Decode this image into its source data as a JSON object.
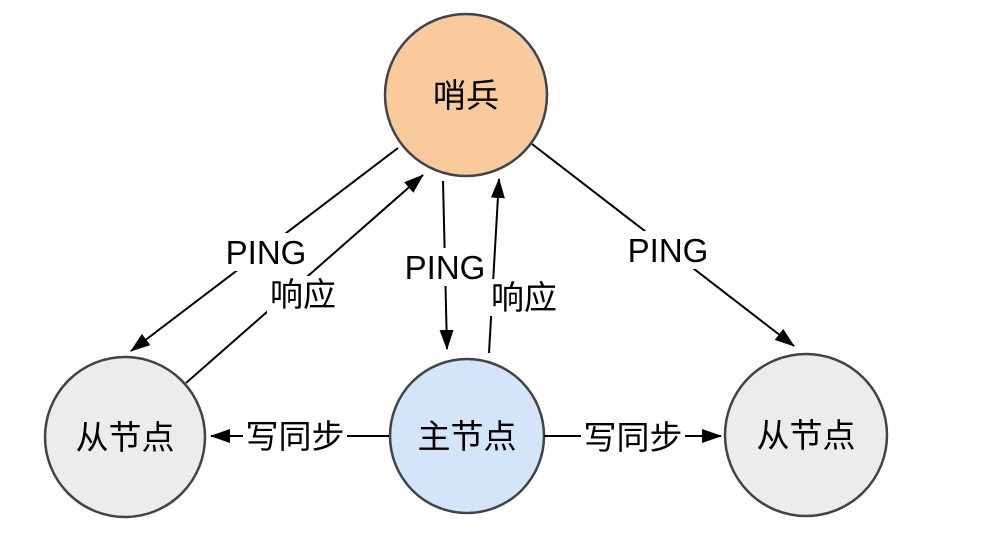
{
  "diagram": {
    "background": "#FFFFFF",
    "node_border_color": "#3F444A",
    "arrow_color": "#000000",
    "text_color": "#000000",
    "nodes": {
      "sentinel": {
        "label": "哨兵",
        "fill": "#F9CB9C"
      },
      "slave_left": {
        "label": "从节点",
        "fill": "#ECECEC"
      },
      "master": {
        "label": "主节点",
        "fill": "#D4E5F9"
      },
      "slave_right": {
        "label": "从节点",
        "fill": "#ECECEC"
      }
    },
    "edges": {
      "ping_left": {
        "label": "PING",
        "from": "哨兵",
        "to": "从节点"
      },
      "response_left": {
        "label": "响应",
        "from": "从节点",
        "to": "哨兵"
      },
      "ping_middle": {
        "label": "PING",
        "from": "哨兵",
        "to": "主节点"
      },
      "response_middle": {
        "label": "响应",
        "from": "主节点",
        "to": "哨兵"
      },
      "ping_right": {
        "label": "PING",
        "from": "哨兵",
        "to": "从节点"
      },
      "write_sync_left": {
        "label": "写同步",
        "from": "主节点",
        "to": "从节点"
      },
      "write_sync_right": {
        "label": "写同步",
        "from": "主节点",
        "to": "从节点"
      }
    }
  }
}
